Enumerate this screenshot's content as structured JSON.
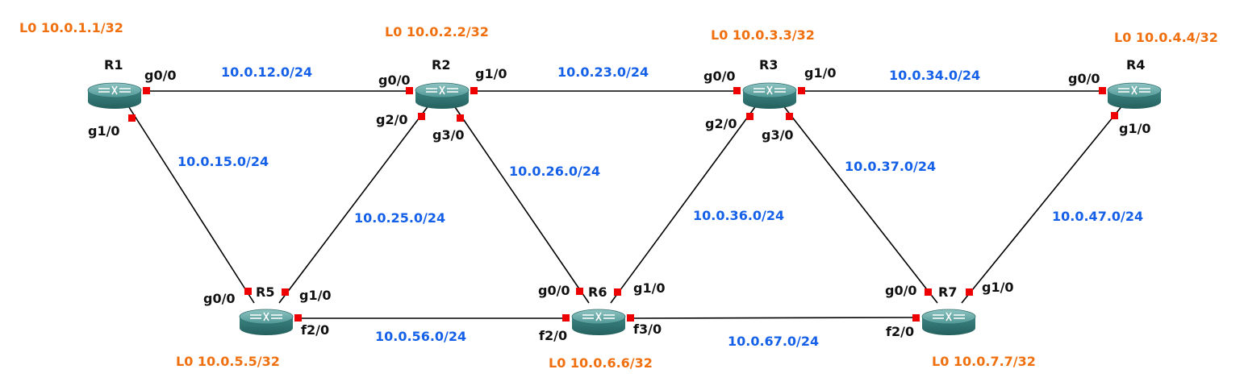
{
  "routers": [
    {
      "id": "R1",
      "label": "R1",
      "loopback": "L0 10.0.1.1/32"
    },
    {
      "id": "R2",
      "label": "R2",
      "loopback": "L0 10.0.2.2/32"
    },
    {
      "id": "R3",
      "label": "R3",
      "loopback": "L0 10.0.3.3/32"
    },
    {
      "id": "R4",
      "label": "R4",
      "loopback": "L0 10.0.4.4/32"
    },
    {
      "id": "R5",
      "label": "R5",
      "loopback": "L0 10.0.5.5/32"
    },
    {
      "id": "R6",
      "label": "R6",
      "loopback": "L0 10.0.6.6/32"
    },
    {
      "id": "R7",
      "label": "R7",
      "loopback": "L0 10.0.7.7/32"
    }
  ],
  "links": [
    {
      "id": "r1r2",
      "a": "R1",
      "a_if": "g0/0",
      "b": "R2",
      "b_if": "g0/0",
      "subnet": "10.0.12.0/24"
    },
    {
      "id": "r2r3",
      "a": "R2",
      "a_if": "g1/0",
      "b": "R3",
      "b_if": "g0/0",
      "subnet": "10.0.23.0/24"
    },
    {
      "id": "r3r4",
      "a": "R3",
      "a_if": "g1/0",
      "b": "R4",
      "b_if": "g0/0",
      "subnet": "10.0.34.0/24"
    },
    {
      "id": "r1r5",
      "a": "R1",
      "a_if": "g1/0",
      "b": "R5",
      "b_if": "g0/0",
      "subnet": "10.0.15.0/24"
    },
    {
      "id": "r2r5",
      "a": "R2",
      "a_if": "g2/0",
      "b": "R5",
      "b_if": "g1/0",
      "subnet": "10.0.25.0/24"
    },
    {
      "id": "r2r6",
      "a": "R2",
      "a_if": "g3/0",
      "b": "R6",
      "b_if": "g0/0",
      "subnet": "10.0.26.0/24"
    },
    {
      "id": "r3r6",
      "a": "R3",
      "a_if": "g2/0",
      "b": "R6",
      "b_if": "g1/0",
      "subnet": "10.0.36.0/24"
    },
    {
      "id": "r3r7",
      "a": "R3",
      "a_if": "g3/0",
      "b": "R7",
      "b_if": "g0/0",
      "subnet": "10.0.37.0/24"
    },
    {
      "id": "r4r7",
      "a": "R4",
      "a_if": "g1/0",
      "b": "R7",
      "b_if": "g1/0",
      "subnet": "10.0.47.0/24"
    },
    {
      "id": "r5r6",
      "a": "R5",
      "a_if": "f2/0",
      "b": "R6",
      "b_if": "f2/0",
      "subnet": "10.0.56.0/24"
    },
    {
      "id": "r6r7",
      "a": "R6",
      "a_if": "f3/0",
      "b": "R7",
      "b_if": "f2/0",
      "subnet": "10.0.67.0/24"
    }
  ],
  "icons": {
    "router": "router-icon",
    "port": "port-marker"
  },
  "colors": {
    "loopback_text": "#f07010",
    "subnet_text": "#1560e8",
    "port": "#ee0000",
    "router_body": "#3e8a88"
  }
}
